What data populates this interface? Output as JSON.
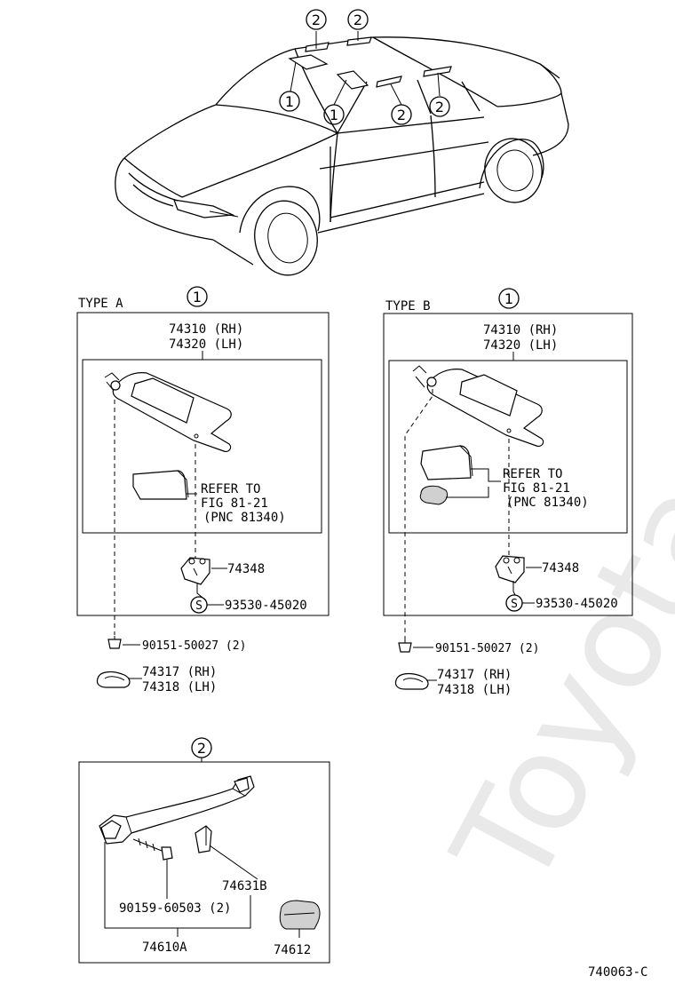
{
  "diagram_code": "740063-C",
  "watermark": "Toyota",
  "callouts": {
    "one": "1",
    "two": "2"
  },
  "type_a": {
    "title": "TYPE A",
    "callout": "1",
    "part_rh": "74310 (RH)",
    "part_lh": "74320 (LH)",
    "refer_line1": "REFER TO",
    "refer_line2": "FIG 81-21",
    "refer_line3": "(PNC 81340)",
    "holder": "74348",
    "screw": "93530-45020",
    "screw_symbol": "S",
    "clip": "90151-50027 (2)",
    "holder_rh": "74317 (RH)",
    "holder_lh": "74318 (LH)"
  },
  "type_b": {
    "title": "TYPE B",
    "callout": "1",
    "part_rh": "74310 (RH)",
    "part_lh": "74320 (LH)",
    "refer_line1": "REFER TO",
    "refer_line2": "FIG 81-21",
    "refer_line3": "(PNC 81340)",
    "holder": "74348",
    "screw": "93530-45020",
    "screw_symbol": "S",
    "clip": "90151-50027 (2)",
    "holder_rh": "74317 (RH)",
    "holder_lh": "74318 (LH)"
  },
  "grip": {
    "callout": "2",
    "cover": "74631B",
    "screw": "90159-60503 (2)",
    "assembly": "74610A",
    "cap": "74612"
  }
}
